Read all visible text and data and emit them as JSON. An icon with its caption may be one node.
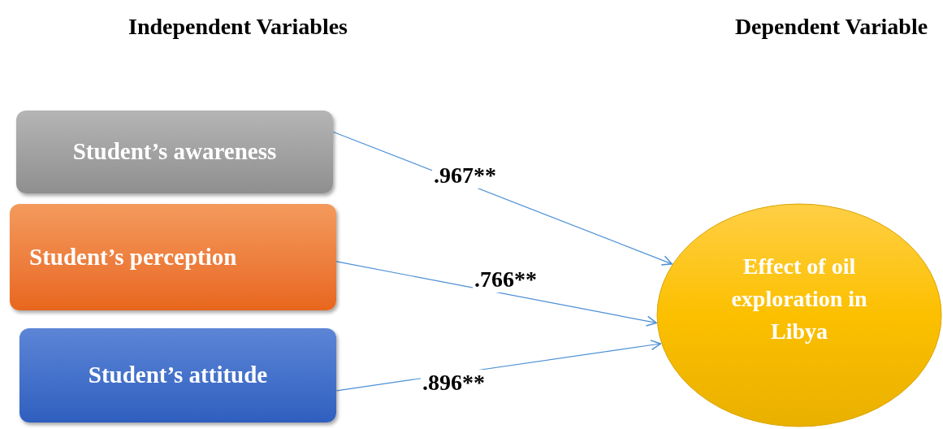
{
  "diagram": {
    "nodes": [
      {
        "text": [
          "Student’s awareness"
        ]
      },
      {
        "text": [
          "Student’s perception"
        ]
      },
      {
        "text": [
          "Student’s attitude"
        ]
      },
      {
        "text": [
          "Effect of oil exploration in Libya"
        ]
      }
    ],
    "edges": [
      {
        "from": 0,
        "to": 3,
        "arrow": "to",
        "label": ".967**"
      },
      {
        "from": 1,
        "to": 3,
        "arrow": "to",
        "label": ".766**"
      },
      {
        "from": 2,
        "to": 3,
        "arrow": "to",
        "label": ".896**"
      }
    ],
    "labels": [
      "Independent Variables",
      "Dependent Variable"
    ]
  }
}
